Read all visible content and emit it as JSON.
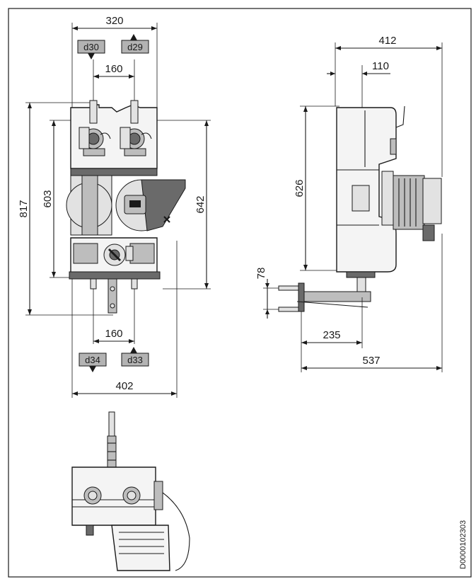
{
  "front_view": {
    "dims": {
      "width_top": "320",
      "inner_top": "160",
      "inner_bottom": "160",
      "width_bottom": "402",
      "height_overall": "817",
      "height_body": "603",
      "height_right": "642"
    },
    "connections": {
      "top_left": "d30",
      "top_right": "d29",
      "bottom_left": "d34",
      "bottom_right": "d33"
    }
  },
  "side_view": {
    "dims": {
      "depth_top": "412",
      "offset_top": "110",
      "height": "626",
      "bracket_spacing": "78",
      "bracket_depth": "235",
      "depth_bottom": "537"
    }
  },
  "doc_id": "D0000102303"
}
